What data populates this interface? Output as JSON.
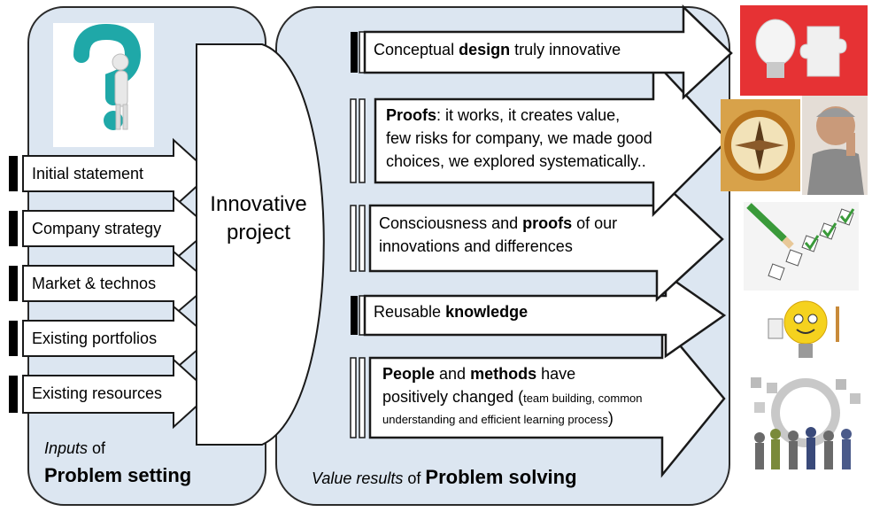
{
  "inputs": {
    "items": [
      "Initial statement",
      "Company strategy",
      "Market & technos",
      "Existing portfolios",
      "Existing resources"
    ],
    "caption_italic": "Inputs",
    "caption_of": " of",
    "caption_bold": "Problem setting"
  },
  "center": {
    "line1": "Innovative",
    "line2": "project"
  },
  "results": {
    "r1": {
      "bold": "design",
      "pre": "Conceptual ",
      "post": " truly innovative"
    },
    "r2": {
      "bold": "Proofs",
      "line1_rest": ": it works, it creates value,",
      "line2": "few risks for company, we made good",
      "line3": "choices, we explored systematically.."
    },
    "r3": {
      "pre": "Consciousness and ",
      "bold": "proofs",
      "post": " of our",
      "line2": "innovations and  differences"
    },
    "r4": {
      "pre": "Reusable ",
      "bold": "knowledge"
    },
    "r5": {
      "bold1": "People",
      "mid": " and ",
      "bold2": "methods",
      "post": " have",
      "line2": "positively changed (",
      "line2_small": "team building, common",
      "line3_small": "understanding and efficient learning process",
      "line3_end": ")"
    },
    "caption_italic": "Value results",
    "caption_of": " of ",
    "caption_bold": "Problem solving"
  },
  "pictures": [
    "lightbulb-puzzle-image",
    "compass-image",
    "thinking-man-image",
    "checklist-image",
    "idea-bulb-image",
    "team-puzzle-image",
    "question-figure-image"
  ],
  "colors": {
    "panel_fill": "#dce6f1",
    "panel_stroke": "#2b2b2b",
    "arrow_fill": "#ffffff",
    "arrow_stroke": "#1a1a1a",
    "red_picture": "#e63234",
    "teal_question": "#1fa8a8"
  }
}
